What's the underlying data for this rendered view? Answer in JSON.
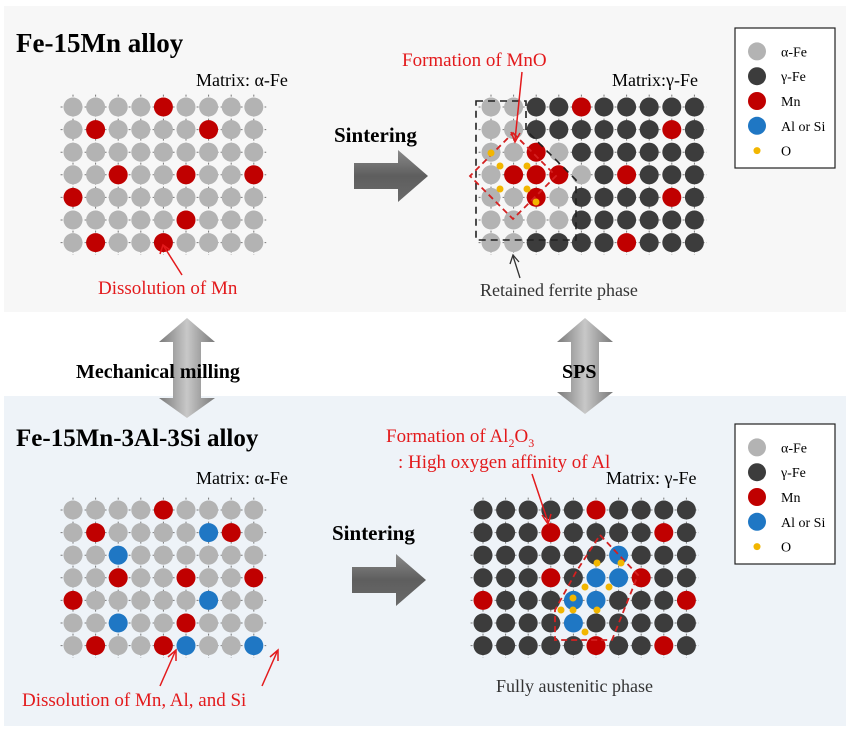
{
  "colors": {
    "alpha_fe": "#b3b3b3",
    "gamma_fe": "#3c3c3c",
    "mn": "#c00000",
    "al_si": "#1f77c4",
    "o": "#f2b600",
    "red_text": "#e31a1c",
    "panel_bg": "#f5f5f5",
    "arrow_gray": "#6e6e6e"
  },
  "top_panel": {
    "title": "Fe-15Mn alloy",
    "left_matrix": "Matrix: α-Fe",
    "left_annotation": "Dissolution of Mn",
    "process_label": "Sintering",
    "right_matrix": "Matrix:γ-Fe",
    "right_annotation_top": "Formation of MnO",
    "right_annotation_bottom": "Retained ferrite phase"
  },
  "bottom_panel": {
    "title": "Fe-15Mn-3Al-3Si alloy",
    "left_matrix": "Matrix: α-Fe",
    "left_annotation": "Dissolution of Mn, Al, and Si",
    "process_label": "Sintering",
    "right_matrix": "Matrix: γ-Fe",
    "right_annotation_top_base": "Formation of Al",
    "right_annotation_top_sub1": "2",
    "right_annotation_top_mid": "O",
    "right_annotation_top_sub2": "3",
    "right_annotation_top_line2": ": High oxygen affinity of Al",
    "right_annotation_bottom": "Fully austenitic phase"
  },
  "middle": {
    "left_label": "Mechanical milling",
    "right_label": "SPS"
  },
  "legend": {
    "items": [
      {
        "label": "α-Fe",
        "key": "alpha_fe"
      },
      {
        "label": "γ-Fe",
        "key": "gamma_fe"
      },
      {
        "label": "Mn",
        "key": "mn"
      },
      {
        "label": "Al or Si",
        "key": "al_si"
      },
      {
        "label": "O",
        "key": "o"
      }
    ]
  },
  "lattices": {
    "top_left": [
      "AAAAMAAAA",
      "AMAAAAMAA",
      "AAAAAAAAA",
      "AAMAAMAAM",
      "MAAAAAAAA",
      "AAAAAMAAA",
      "AMAAMAAAA"
    ],
    "top_right": [
      "AAGGMGGGGG",
      "AAGGGGGGMG",
      "AAMAGGGGGG",
      "AMMMAGMGGG",
      "AAMAGGGGMG",
      "AAAAGGGGGG",
      "AAGGGGMGGG"
    ],
    "bottom_left": [
      "AAAAMAAAA",
      "AMAAAAXMA",
      "AAXAAAAAA",
      "AAMAAMAAM",
      "MAAAAAXAA",
      "AAXAAMAAA",
      "AMAAMXAAX"
    ],
    "bottom_right": [
      "GGGGGMGGGG",
      "GGGMGGGGMG",
      "GGGGGGXGGG",
      "GGGMGXXMGG",
      "MGGGXXGGGM",
      "GGGGXGGGGG",
      "GGGGGMGGMG"
    ]
  }
}
